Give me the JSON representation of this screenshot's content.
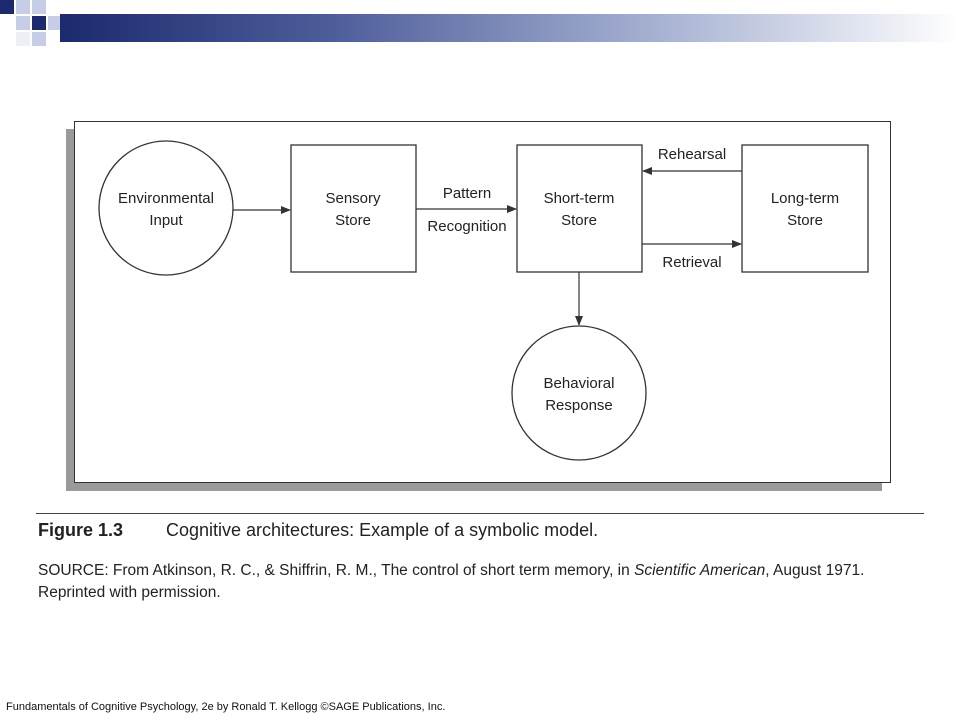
{
  "nodes": {
    "environmental_input": [
      "Environmental",
      "Input"
    ],
    "sensory_store": [
      "Sensory",
      "Store"
    ],
    "short_term_store": [
      "Short-term",
      "Store"
    ],
    "long_term_store": [
      "Long-term",
      "Store"
    ],
    "behavioral_response": [
      "Behavioral",
      "Response"
    ]
  },
  "edges": {
    "pattern": "Pattern",
    "recognition": "Recognition",
    "rehearsal": "Rehearsal",
    "retrieval": "Retrieval"
  },
  "caption": {
    "figure_label": "Figure 1.3",
    "title": "Cognitive architectures: Example of a symbolic model.",
    "source_prefix": "SOURCE: From Atkinson, R. C., & Shiffrin, R. M., The control of short term memory, in ",
    "source_journal": "Scientific American",
    "source_suffix": ", August 1971. Reprinted with permission."
  },
  "footer": "Fundamentals of Cognitive Psychology, 2e by Ronald T. Kellogg   ©SAGE Publications, Inc."
}
